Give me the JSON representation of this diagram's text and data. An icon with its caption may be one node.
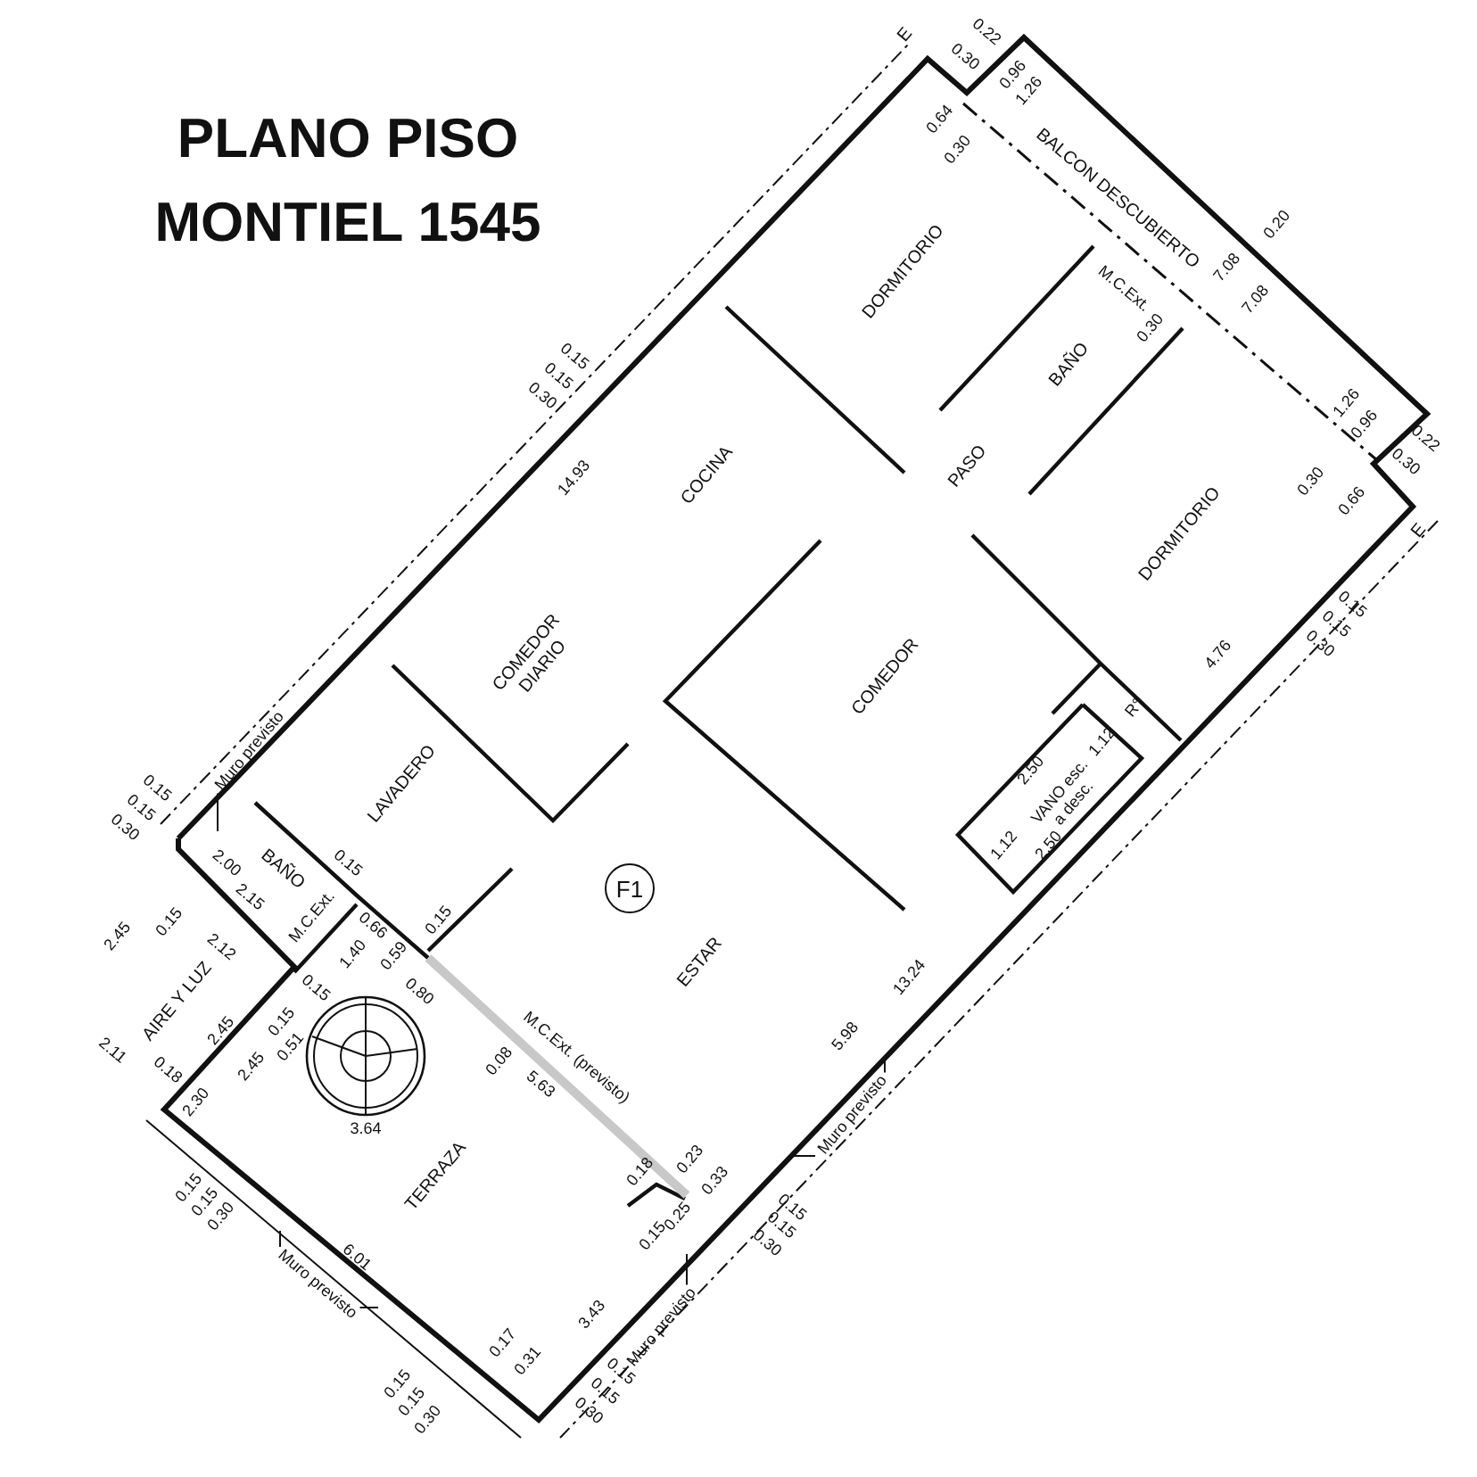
{
  "diagram": {
    "title": "PLANO PISO MONTIEL 1545",
    "nodes": [
      {
        "text": [
          "Muro previsto"
        ]
      },
      {
        "text": [
          "F1"
        ]
      },
      {
        "text": [
          "Muro previsto"
        ]
      },
      {
        "text": [
          "Muro previsto"
        ]
      },
      {
        "text": [
          "Muro previsto"
        ]
      }
    ],
    "edges": [
      {
        "from": 0,
        "to": null,
        "arrow": "none"
      },
      {
        "from": 2,
        "to": null,
        "arrow": "none"
      },
      {
        "from": 2,
        "to": null,
        "arrow": "none"
      },
      {
        "from": 3,
        "to": null,
        "arrow": "none"
      },
      {
        "from": 3,
        "to": null,
        "arrow": "none"
      },
      {
        "from": 4,
        "to": null,
        "arrow": "none"
      }
    ],
    "labels": [
      "E",
      "0.22",
      "0.30",
      "0.96",
      "1.26",
      "0.64",
      "0.30",
      "DORMITORIO",
      "BALCON DESCUBIERTO",
      "7.08",
      "7.08",
      "0.20",
      "M.C.Ext.",
      "0.30",
      "BAÑO",
      "PASO",
      "1.26",
      "0.96",
      "0.22",
      "0.30",
      "0.30",
      "0.66",
      "E",
      "DORMITORIO",
      "0.15",
      "0.15",
      "0.30",
      "COCINA",
      "14.93",
      "0.15",
      "0.15",
      "0.30",
      "4.76",
      "COMEDOR DIARIO",
      "COMEDOR",
      "R°",
      "1.12",
      "2.50",
      "VANO esc. a desc.",
      "LAVADERO",
      "0.15",
      "0.15",
      "0.30",
      "1.12",
      "2.50",
      "BAÑO",
      "0.15",
      "2.00",
      "0.66",
      "0.15",
      "2.15",
      "2.45",
      "0.15",
      "M.C.Ext.",
      "1.40",
      "2.12",
      "0.59",
      "13.24",
      "ESTAR",
      "0.80",
      "0.15",
      "AIRE Y LUZ",
      "2.45",
      "0.15",
      "0.51",
      "2.11",
      "M.C.Ext. (previsto)",
      "0.08",
      "5.98",
      "2.45",
      "0.18",
      "5.63",
      "2.30",
      "3.64",
      "0.23",
      "TERRAZA",
      "0.33",
      "0.18",
      "0.15",
      "0.15",
      "0.30",
      "0.15",
      "0.15",
      "0.30",
      "0.25",
      "0.15",
      "6.01",
      "3.43",
      "0.17",
      "0.31",
      "0.15",
      "0.15",
      "0.30",
      "0.15",
      "0.15",
      "0.30"
    ]
  }
}
